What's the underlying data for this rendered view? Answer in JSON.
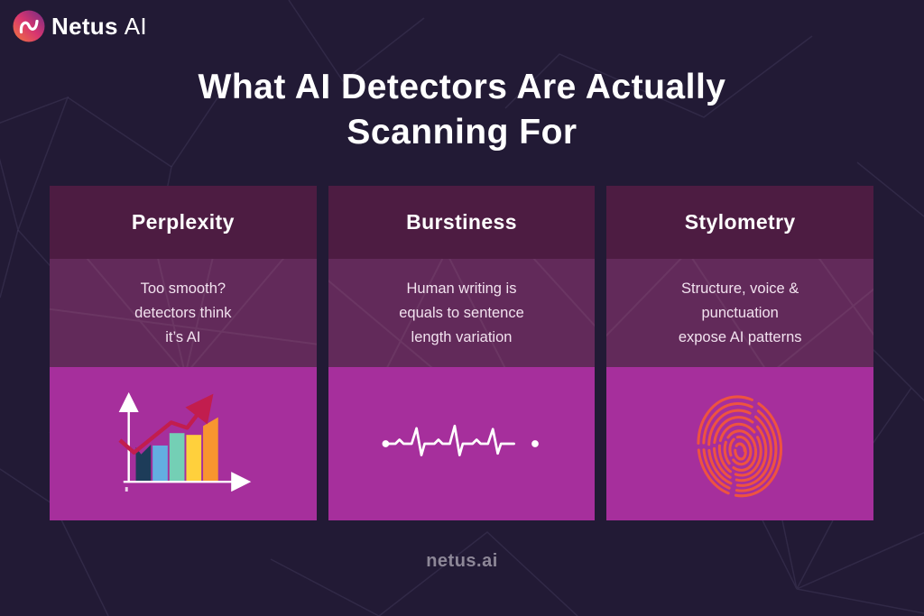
{
  "brand": {
    "name_part1": "Netus",
    "name_part2": "AI",
    "logo_icon": "netus-wave-logo-icon"
  },
  "title": {
    "line1": "What AI Detectors Are Actually",
    "line2": "Scanning For"
  },
  "cards": [
    {
      "title": "Perplexity",
      "lines": [
        "Too smooth?",
        "detectors think",
        "it’s AI"
      ],
      "icon": "bar-chart-growth-icon"
    },
    {
      "title": "Burstiness",
      "lines": [
        "Human writing is",
        "equals to sentence",
        "length variation"
      ],
      "icon": "pulse-line-icon"
    },
    {
      "title": "Stylometry",
      "lines": [
        "Structure, voice &",
        "punctuation",
        "expose AI patterns"
      ],
      "icon": "fingerprint-icon"
    }
  ],
  "footer": {
    "website": "netus.ai"
  },
  "colors": {
    "background": "#221a35",
    "card_header": "#4d1c42",
    "card_middle": "#622a5a",
    "card_bottom": "#a62f9c",
    "title_text": "#ffffff",
    "description_text": "#f2e2ef",
    "footer_text": "#8d8797",
    "trend_line_red": "#c21d4e",
    "fingerprint_orange": "#ee5340",
    "bar_colors": [
      "#1d3c59",
      "#63aee1",
      "#74cfb5",
      "#ffd03c",
      "#f8952f"
    ],
    "logo_gradient": [
      "#f2793b",
      "#d83570",
      "#6f2b84"
    ]
  }
}
